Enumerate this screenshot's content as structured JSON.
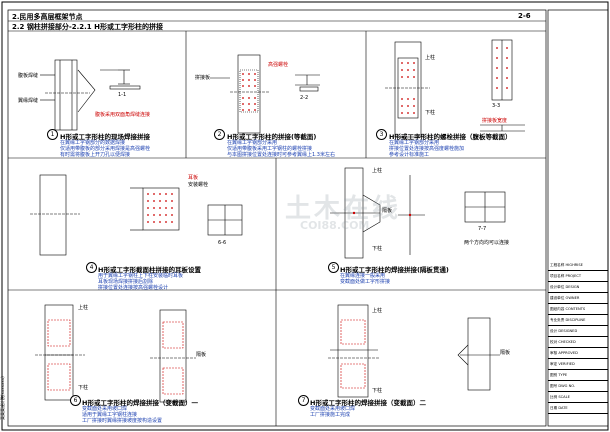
{
  "header": {
    "title": "2.民用多高层框架节点",
    "sheet_no": "2-6",
    "subtitle": "2.2 钢柱拼接部分-2.2.1 H形或工字形柱的拼接"
  },
  "watermark": {
    "cn": "土木在线",
    "en": "COI88.COM"
  },
  "side_text": "某某某设计院(xxxxxxx)",
  "colors": {
    "line": "#000000",
    "red": "#cc0000",
    "blue": "#1a3fb0",
    "ink": "#000000"
  },
  "panels": [
    {
      "num": "1",
      "caption": "H形或工字形柱的现场焊接拼接",
      "notes": [
        "在翼缘工字钢部分的数据焊接",
        "仅适用带腹板的部分采用焊接是高强螺栓",
        "有时需将腹板上开刀孔以便焊接"
      ],
      "labels": [
        "腹板焊缝",
        "翼缘焊缝",
        "腹板采用双面角焊缝连接",
        "1-1"
      ]
    },
    {
      "num": "2",
      "caption": "H形或工字形柱的拼接(等截面)",
      "notes": [
        "在翼缘工字钢部分采用",
        "仅适用带腹板采用工字钢柱的螺栓拼接",
        "与本图拼接位置处连接时可参考翼缘上1.3米左右"
      ],
      "labels": [
        "高强螺栓",
        "拼接板",
        "2-2"
      ]
    },
    {
      "num": "3",
      "caption": "H形或工字形柱的螺栓拼接（腹板等截面）",
      "notes": [
        "在翼缘工字钢部分采用",
        "拼接位置处连接按高强度螺栓施加",
        "参考设计标准施工"
      ],
      "labels": [
        "上柱",
        "下柱",
        "3-3",
        "拼接板宽度"
      ]
    },
    {
      "num": "4",
      "caption": "H形或工字形截面柱拼接的耳板设置",
      "notes": [
        "用于翼缘工字钢柱上下柱安装临时耳板",
        "耳板现场焊接拼接后割除",
        "拼接位置处连接按高强螺栓设计"
      ],
      "labels": [
        "耳板",
        "安装螺栓",
        "6-6"
      ]
    },
    {
      "num": "5",
      "caption": "H形或工字形柱的焊接拼接(隔板贯通)",
      "notes": [
        "在翼缘连接一般采用",
        "变截面处做工字形拼接"
      ],
      "labels": [
        "上柱",
        "下柱",
        "隔板",
        "7-7",
        "两个方向均可以连接"
      ]
    },
    {
      "num": "6",
      "caption": "H形或工字形柱的焊接拼接（变截面）一",
      "notes": [
        "变截面处采用坡口焊",
        "适用于翼缘工字钢柱连接",
        "工厂拼接时翼缘拼接坡度按构造设置"
      ],
      "labels": [
        "上柱",
        "下柱",
        "隔板"
      ]
    },
    {
      "num": "7",
      "caption": "H形或工字形柱的焊接拼接（变截面）二",
      "notes": [
        "变截面处采用坡口焊",
        "工厂拼接施工完成"
      ],
      "labels": [
        "上柱",
        "下柱",
        "隔板"
      ]
    }
  ],
  "title_block": [
    "工程名称 HIGHRISE",
    "项目名称 PROJECT",
    "设计单位 DESIGN",
    "建设单位 OWNER",
    "图纸内容 CONTENTS",
    "专业负责 DISCIPLINE",
    "设计 DESIGNED",
    "校对 CHECKED",
    "审核 APPROVED",
    "审定 VERIFIED",
    "图别 TYPE",
    "图号 DWG NO.",
    "比例 SCALE",
    "日期 DATE"
  ]
}
